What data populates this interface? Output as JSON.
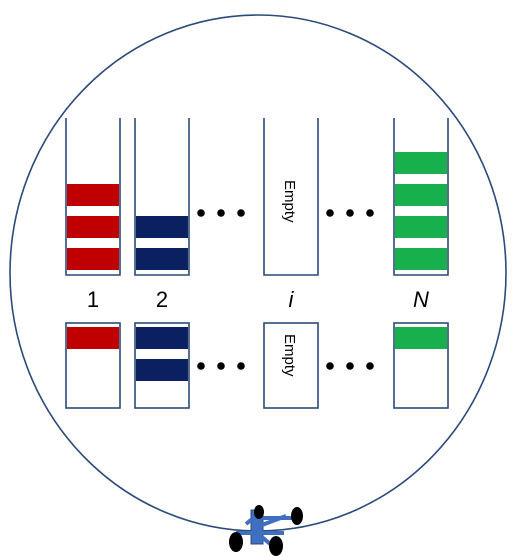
{
  "diagram": {
    "columns": [
      {
        "label": "1",
        "italic": false,
        "color": "#c00000",
        "top_blocks": 3,
        "bottom_blocks": 1,
        "empty": false
      },
      {
        "label": "2",
        "italic": false,
        "color": "#0b2060",
        "top_blocks": 2,
        "bottom_blocks": 2,
        "empty": false
      },
      {
        "label": "i",
        "italic": true,
        "color": "",
        "top_blocks": 0,
        "bottom_blocks": 0,
        "empty": true
      },
      {
        "label": "N",
        "italic": true,
        "color": "#18b04c",
        "top_blocks": 4,
        "bottom_blocks": 1,
        "empty": false
      }
    ],
    "empty_text": "Empty",
    "colors": {
      "outline": "#2c4a7a",
      "circle": "#2c4a7a",
      "cart": "#3f6fc0",
      "dots": "#000000"
    },
    "cart_icon": "cart-icon"
  }
}
